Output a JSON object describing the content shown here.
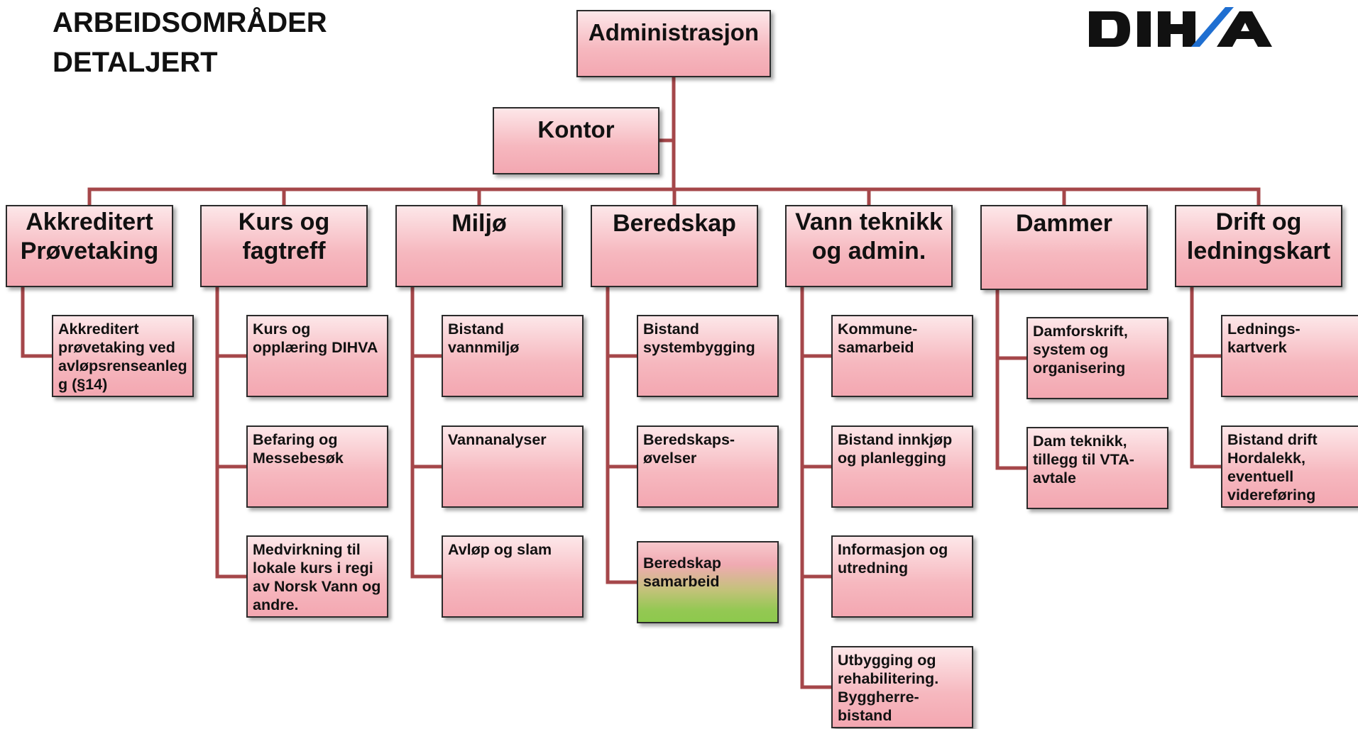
{
  "title": {
    "line1": "ARBEIDSOMRÅDER",
    "line2": "DETALJERT"
  },
  "logo": {
    "text": "DIHVA",
    "colors": {
      "dark": "#111111",
      "accent": "#1f6fd1"
    }
  },
  "colors": {
    "connector": "#a5474a",
    "box_border": "#2b2b2b",
    "box_fill_light": "#fde7e9",
    "box_fill_dark": "#f3a7b1",
    "highlight_green": "#8dc94d"
  },
  "nodes": {
    "root": {
      "label": "Administrasjon"
    },
    "office": {
      "label": "Kontor"
    },
    "categories": [
      {
        "label": "Akkreditert Prøvetaking",
        "items": [
          {
            "label": "Akkreditert prøvetaking ved avløpsrenseanleg g (§14)"
          }
        ]
      },
      {
        "label": "Kurs og fagtreff",
        "items": [
          {
            "label": "Kurs og opplæring DIHVA"
          },
          {
            "label": "Befaring og Messebesøk"
          },
          {
            "label": "Medvirkning til lokale kurs i regi av Norsk Vann og andre."
          }
        ]
      },
      {
        "label": "Miljø",
        "items": [
          {
            "label": "Bistand vannmiljø"
          },
          {
            "label": "Vannanalyser"
          },
          {
            "label": "Avløp og slam"
          }
        ]
      },
      {
        "label": "Beredskap",
        "items": [
          {
            "label": "Bistand systembygging"
          },
          {
            "label": "Beredskaps-øvelser"
          },
          {
            "label": "Beredskap samarbeid",
            "highlight": true
          }
        ]
      },
      {
        "label": "Vann teknikk og admin.",
        "items": [
          {
            "label": "Kommune-samarbeid"
          },
          {
            "label": "Bistand innkjøp og planlegging"
          },
          {
            "label": "Informasjon og utredning"
          },
          {
            "label": "Utbygging og rehabilitering. Byggherre-bistand"
          }
        ]
      },
      {
        "label": "Dammer",
        "items": [
          {
            "label": "Damforskrift, system og organisering"
          },
          {
            "label": "Dam teknikk, tillegg til VTA-avtale"
          }
        ]
      },
      {
        "label": "Drift og ledningskart",
        "items": [
          {
            "label": "Lednings-kartverk"
          },
          {
            "label": "Bistand drift Hordalekk, eventuell videreføring"
          }
        ]
      }
    ]
  }
}
